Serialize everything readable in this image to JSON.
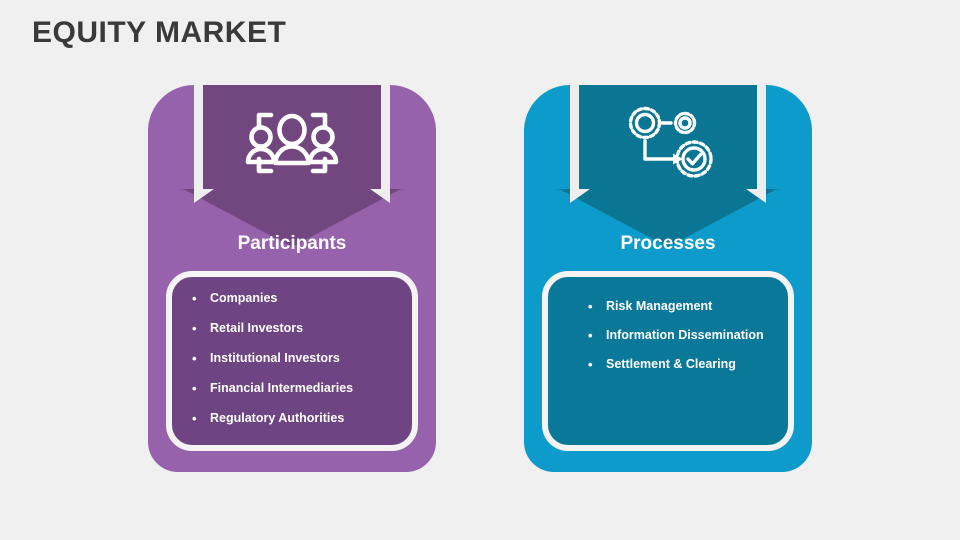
{
  "slide": {
    "title": "EQUITY MARKET",
    "background_color": "#F0F0F0",
    "title_color": "#3A3A3A"
  },
  "cards": [
    {
      "id": "participants",
      "heading": "Participants",
      "icon_name": "people-group-icon",
      "accent_color": "#9762AC",
      "arrow_color": "#72467F",
      "panel_color": "#6E4582",
      "items": [
        "Companies",
        "Retail Investors",
        "Institutional Investors",
        "Financial Intermediaries",
        "Regulatory Authorities"
      ]
    },
    {
      "id": "processes",
      "heading": "Processes",
      "icon_name": "gears-workflow-check-icon",
      "accent_color": "#0D9BCB",
      "arrow_color": "#0B7694",
      "panel_color": "#0A7898",
      "items": [
        "Risk Management",
        "Information Dissemination",
        "Settlement & Clearing"
      ]
    }
  ],
  "bullet_glyph": "•"
}
